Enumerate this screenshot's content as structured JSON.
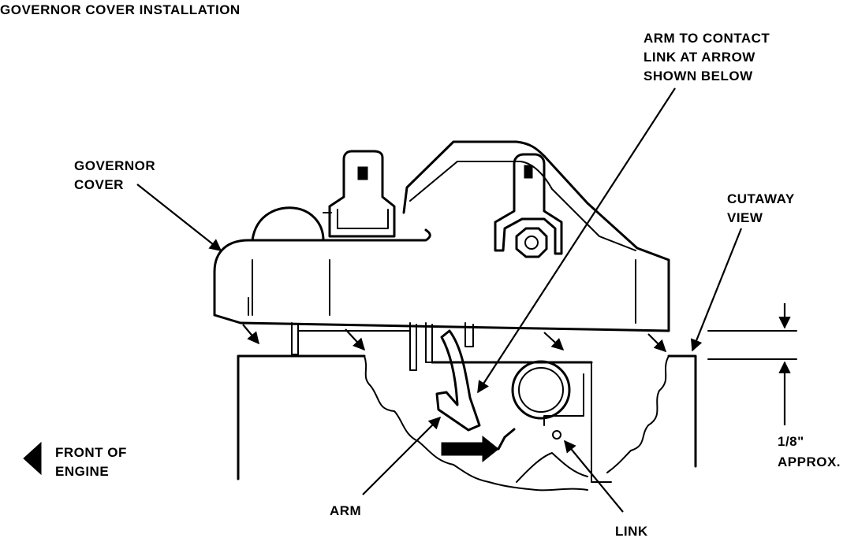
{
  "title": "GOVERNOR COVER INSTALLATION",
  "labels": {
    "arm_contact_line1": "ARM TO CONTACT",
    "arm_contact_line2": "LINK AT ARROW",
    "arm_contact_line3": "SHOWN BELOW",
    "governor_cover_line1": "GOVERNOR",
    "governor_cover_line2": "COVER",
    "cutaway_line1": "CUTAWAY",
    "cutaway_line2": "VIEW",
    "front_line1": "FRONT OF",
    "front_line2": "ENGINE",
    "gap_line1": "1/8\"",
    "gap_line2": "APPROX.",
    "arm": "ARM",
    "link": "LINK"
  },
  "icons": {
    "front_direction": "left-arrow-icon"
  },
  "colors": {
    "ink": "#000000",
    "paper": "#ffffff"
  }
}
